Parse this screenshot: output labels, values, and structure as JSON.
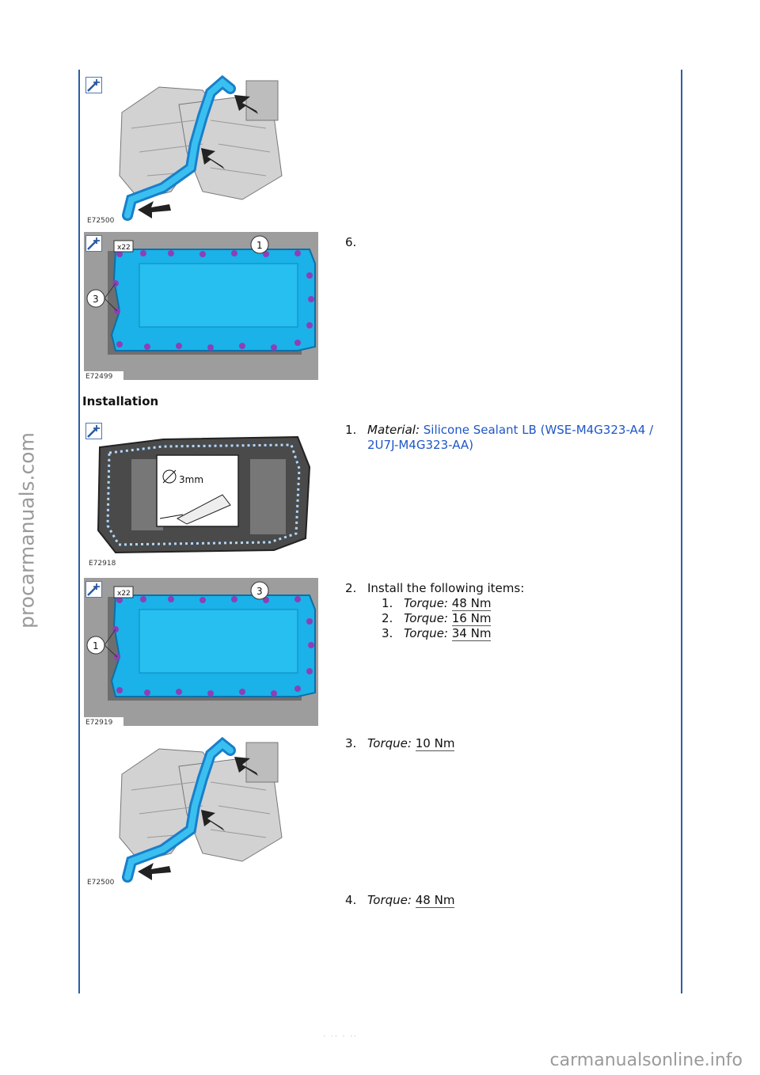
{
  "watermarks": {
    "side": "procarmanuals.com",
    "bottom": "carmanualsonline.info"
  },
  "page_number": "· ·· · ··",
  "section_heading": "Installation",
  "figures": [
    {
      "id": "E72500"
    },
    {
      "id": "E72499"
    },
    {
      "id": "E72918",
      "callout": "3mm"
    },
    {
      "id": "E72919"
    },
    {
      "id": "E72500"
    }
  ],
  "callouts": {
    "fig2_top": "1",
    "fig2_side": "3",
    "fig4_top": "3",
    "fig4_side": "1",
    "x22": "x22"
  },
  "steps_removal": [
    {
      "number": "6."
    }
  ],
  "steps_installation": [
    {
      "number": "1.",
      "material_label": "Material:",
      "material_text": "Silicone Sealant LB (WSE-M4G323-A4 /",
      "material_text_2": "2U7J-M4G323-AA)"
    },
    {
      "number": "2.",
      "text": "Install the following items:",
      "items": [
        {
          "number": "1.",
          "label": "Torque:",
          "value": "48 Nm"
        },
        {
          "number": "2.",
          "label": "Torque:",
          "value": "16 Nm"
        },
        {
          "number": "3.",
          "label": "Torque:",
          "value": "34 Nm"
        }
      ]
    },
    {
      "number": "3.",
      "label": "Torque:",
      "value": "10 Nm"
    },
    {
      "number": "4.",
      "label": "Torque:",
      "value": "48 Nm"
    }
  ],
  "colors": {
    "frame": "#2b5ea7",
    "part_highlight": "#1ab2e8",
    "bolt": "#8e3fb5",
    "link": "#1f56c7"
  },
  "icons": {
    "zoom": "zoom-in-icon",
    "arrow": "arrow-icon"
  }
}
